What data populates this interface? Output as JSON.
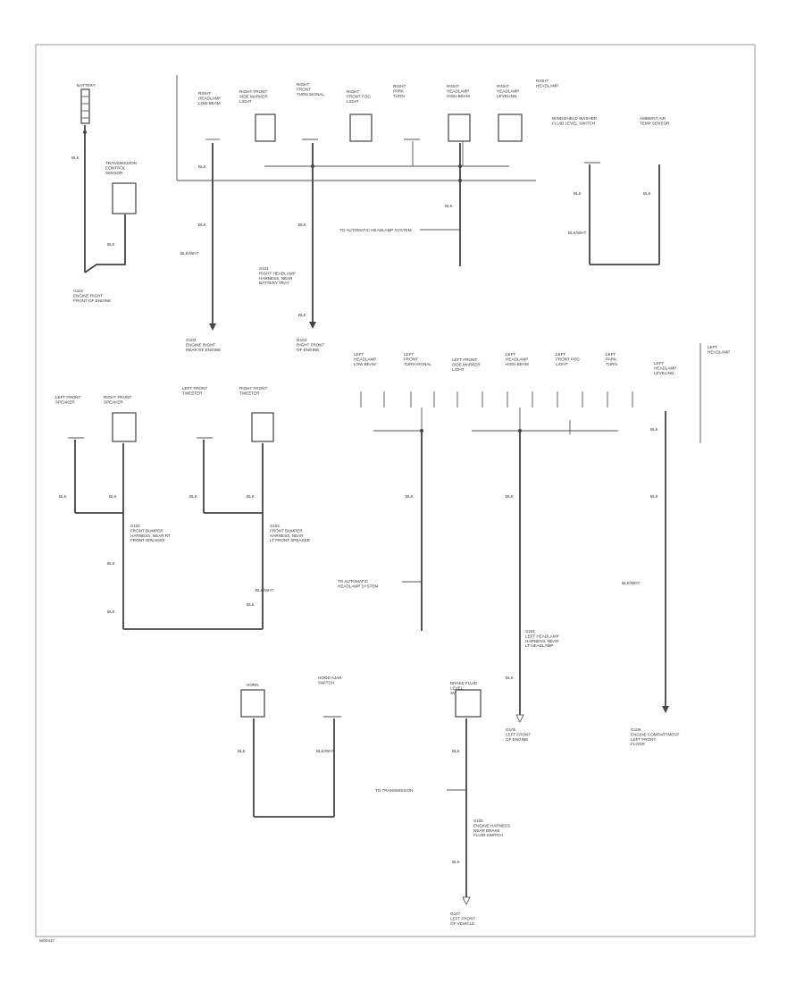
{
  "components": {
    "battery": "BATTERY",
    "trans_sensor": "TRANSMISSION\nCONTROL\nSENSOR",
    "rt_headlamp_low": "RIGHT\nHEADLAMP\nLOW BEAM",
    "rt_front_side_marker": "RIGHT FRONT\nSIDE MARKER\nLIGHT",
    "rt_lf_turn_signal": "RIGHT\nFRONT\nTURN SIGNAL",
    "rt_front_fog": "RIGHT\nFRONT FOG\nLIGHT",
    "rt_park_turn": "RIGHT\nPARK\nTURN",
    "rt_headlamp_high": "RIGHT\nHEADLAMP\nHIGH BEAM",
    "rt_headlamp_leveling": "RIGHT\nHEADLAMP\nLEVELING",
    "right_headlamp_group": "RIGHT\nHEADLAMP",
    "windshield_washer": "WINDSHIELD WASHER\nFLUID LEVEL SWITCH",
    "ambient_temp": "AMBIENT AIR\nTEMP SENSOR",
    "left_front_speaker": "LEFT FRONT\nSPEAKER",
    "right_front_speaker": "RIGHT FRONT\nSPEAKER",
    "left_front_tweeter": "LEFT FRONT\nTWEETER",
    "right_front_tweeter": "RIGHT FRONT\nTWEETER",
    "lt_headlamp_low": "LEFT\nHEADLAMP\nLOW BEAM",
    "lt_front_turn": "LEFT\nFRONT\nTURN SIGNAL",
    "lt_front_side_marker": "LEFT FRONT\nSIDE MARKER\nLIGHT",
    "lt_headlamp_high": "LEFT\nHEADLAMP\nHIGH BEAM",
    "lt_front_fog": "LEFT\nFRONT FOG\nLIGHT",
    "lt_park_turn": "LEFT\nPARK\nTURN",
    "lt_headlamp_leveling": "LEFT\nHEADLAMP\nLEVELING",
    "left_headlamp_group": "LEFT\nHEADLAMP",
    "horn": "HORN",
    "hood_ajar": "HOOD AJAR\nSWITCH",
    "brake_fluid": "BRAKE FLUID\nLEVEL\nSWITCH"
  },
  "notes": {
    "g101": "G101\nENGINE RIGHT\nFRONT OF ENGINE",
    "g103": "G103\nENGINE RIGHT\nREAR OF ENGINE",
    "g104": "G104\nRIGHT FRONT\nOF ENGINE",
    "g105": "G105\nLEFT FRONT\nOF ENGINE",
    "g106": "G106\nENGINE COMPARTMENT\nLEFT FRONT\nFLOOR",
    "g107": "G107\nLEFT FRONT\nOF VEHICLE",
    "s101": "S101\nRIGHT HEADLAMP\nHARNESS, NEAR\nBATTERY TRAY",
    "s102": "S102\nFRONT BUMPER\nHARNESS, NEAR RT\nFRONT SPEAKER",
    "s103": "S103\nFRONT BUMPER\nHARNESS, NEAR\nLT FRONT SPEAKER",
    "s104": "S104\nLEFT HEADLAMP\nHARNESS, NEAR\nLT HEADLAMP",
    "s105": "S105\nENGINE HARNESS\nNEAR BRAKE\nFLUID SWITCH",
    "to_auto_level_1": "TO AUTOMATIC HEADLAMP SYSTEM",
    "to_auto_level_2": "TO AUTOMATIC\nHEADLAMP SYSTEM",
    "to_trans": "TO TRANSMISSION",
    "code": "W00417"
  },
  "wire_colors": {
    "blk": "BLK",
    "blkwht": "BLK/WHT"
  }
}
